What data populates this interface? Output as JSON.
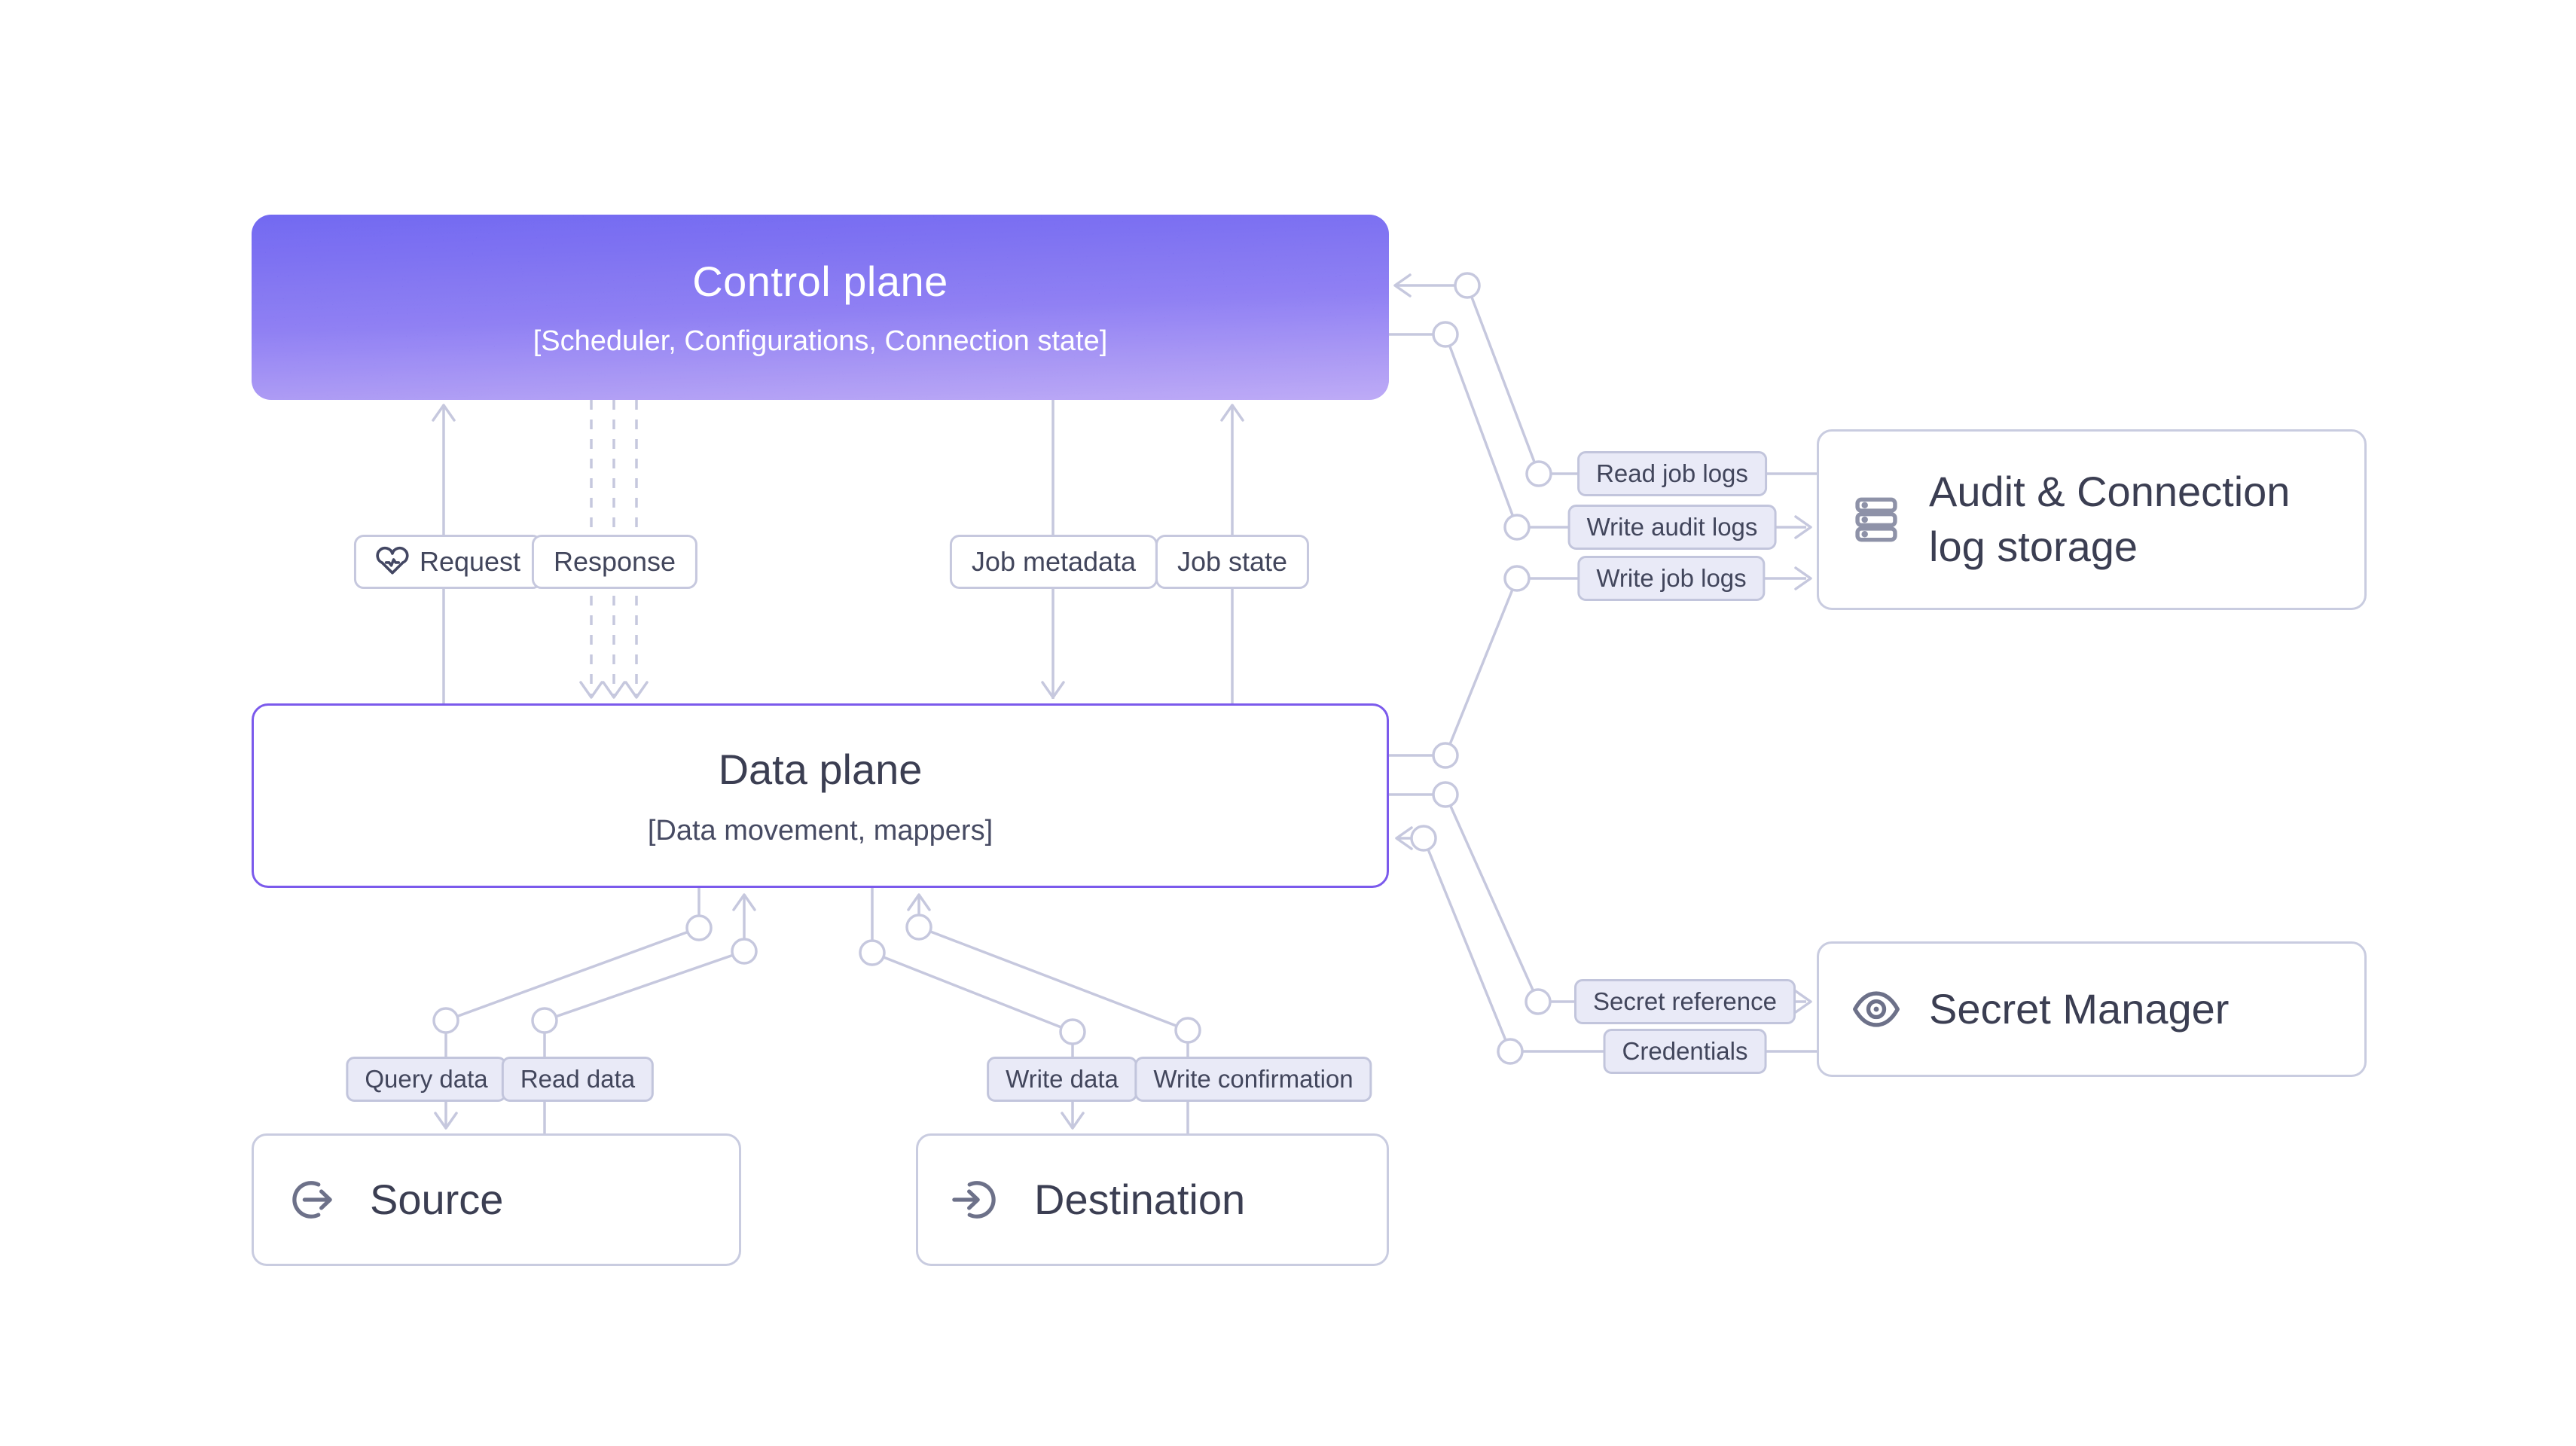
{
  "diagram": {
    "nodes": {
      "control_plane": {
        "title": "Control plane",
        "subtitle": "[Scheduler, Configurations, Connection state]"
      },
      "data_plane": {
        "title": "Data plane",
        "subtitle": "[Data movement, mappers]"
      },
      "source": {
        "title": "Source"
      },
      "destination": {
        "title": "Destination"
      },
      "audit_log_storage": {
        "title": "Audit & Connection log storage"
      },
      "secret_manager": {
        "title": "Secret Manager"
      }
    },
    "edge_labels": {
      "request": "Request",
      "response": "Response",
      "job_metadata": "Job metadata",
      "job_state": "Job state",
      "read_job_logs": "Read job logs",
      "write_audit_logs": "Write audit logs",
      "write_job_logs": "Write job logs",
      "secret_reference": "Secret reference",
      "credentials": "Credentials",
      "query_data": "Query data",
      "read_data": "Read data",
      "write_data": "Write data",
      "write_confirmation": "Write confirmation"
    },
    "icons": {
      "request": "heart-pulse-icon",
      "source": "arrow-out-circle-icon",
      "destination": "arrow-in-circle-icon",
      "audit_log_storage": "server-stack-icon",
      "secret_manager": "eye-icon"
    },
    "colors": {
      "connector": "#c6c8de",
      "label_fill": "#e9eaf7",
      "label_border": "#c2c5dc",
      "node_border": "#c9cce0",
      "data_plane_border": "#7b5aec",
      "gradient_top": "#5b51ee",
      "gradient_bottom": "#b09af4",
      "text_dark": "#3b3e52",
      "icon_grey": "#6d7189"
    }
  }
}
